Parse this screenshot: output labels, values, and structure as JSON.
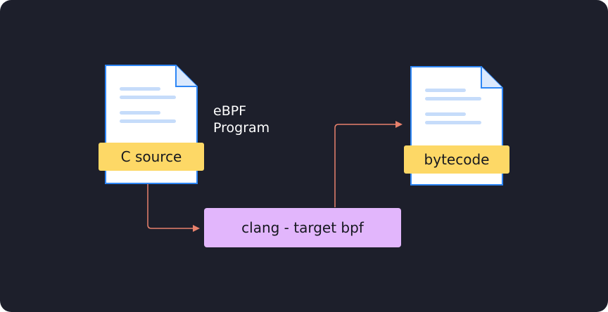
{
  "diagram": {
    "source_label": "C source",
    "program_label_line1": "eBPF",
    "program_label_line2": "Program",
    "process_label": "clang - target bpf",
    "output_label": "bytecode"
  },
  "colors": {
    "background": "#1d1f2b",
    "document_fill": "#ffffff",
    "document_stroke": "#2e86f5",
    "document_lines": "#c6dcfa",
    "label_fill": "#fdd866",
    "process_fill": "#e2b6fc",
    "arrow": "#e8816c"
  }
}
